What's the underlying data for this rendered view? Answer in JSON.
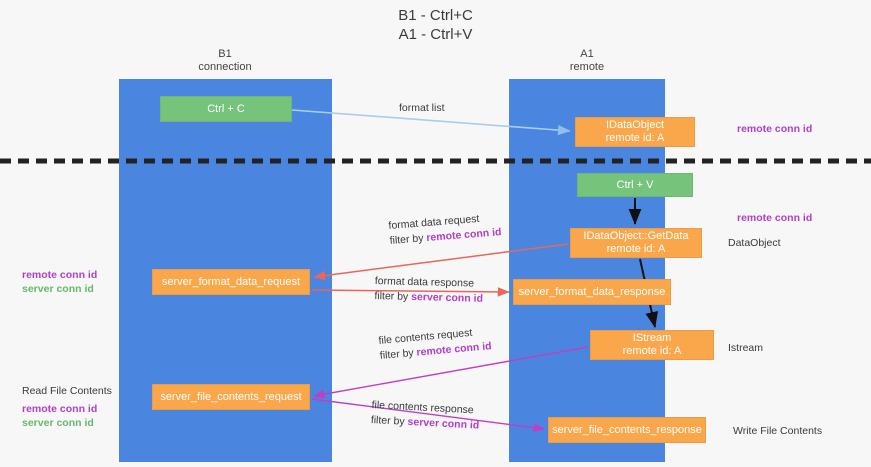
{
  "title": {
    "line1": "B1 - Ctrl+C",
    "line2": "A1 - Ctrl+V"
  },
  "lanes": [
    {
      "id": "b1",
      "name": "B1",
      "subtitle": "connection",
      "color": "#4a86e0"
    },
    {
      "id": "a1",
      "name": "A1",
      "subtitle": "remote",
      "color": "#4a86e0"
    }
  ],
  "nodes": {
    "ctrl_c": {
      "line1": "Ctrl + C",
      "line2": "",
      "color": "#76c47c"
    },
    "idataobject": {
      "line1": "IDataObject",
      "line2": "remote id: A",
      "color": "#f9a74a"
    },
    "ctrl_v": {
      "line1": "Ctrl + V",
      "line2": "",
      "color": "#76c47c"
    },
    "getdata": {
      "line1": "IDataObject::GetData",
      "line2": "remote id: A",
      "color": "#f9a74a"
    },
    "server_format_data_request": {
      "line1": "server_format_data_request",
      "line2": "",
      "color": "#f9a74a"
    },
    "server_format_data_response": {
      "line1": "server_format_data_response",
      "line2": "",
      "color": "#f9a74a"
    },
    "istream": {
      "line1": "IStream",
      "line2": "remote id: A",
      "color": "#f9a74a"
    },
    "server_file_contents_request": {
      "line1": "server_file_contents_request",
      "line2": "",
      "color": "#f9a74a"
    },
    "server_file_contents_response": {
      "line1": "server_file_contents_response",
      "line2": "",
      "color": "#f9a74a"
    }
  },
  "annotations": {
    "format_list": "format list",
    "remote_conn_id_top": "remote conn id",
    "remote_conn_id_mid": "remote conn id",
    "data_object": "DataObject",
    "istream_label": "Istream",
    "write_file_contents": "Write File Contents",
    "read_file_contents": "Read File Contents",
    "format_data_request": "format data request",
    "filter_by": "filter by ",
    "remote_conn_id": "remote conn id",
    "server_conn_id": "server conn id",
    "format_data_response": "format data response",
    "file_contents_request": "file contents request",
    "file_contents_response": "file contents response",
    "left_remote_conn_id": "remote conn id",
    "left_server_conn_id": "server conn id",
    "left_remote_conn_id_2": "remote conn id",
    "left_server_conn_id_2": "server conn id"
  },
  "colors": {
    "lane": "#4a86e0",
    "node_orange": "#f9a74a",
    "node_green": "#76c47c",
    "purple": "#b03fc9",
    "green_text": "#68b76d",
    "arrow_blue": "#a8cdef",
    "arrow_red": "#e8665a",
    "arrow_black": "#111111",
    "arrow_magenta": "#c03ec6",
    "divider": "#222222",
    "background": "#f7f7f7"
  }
}
